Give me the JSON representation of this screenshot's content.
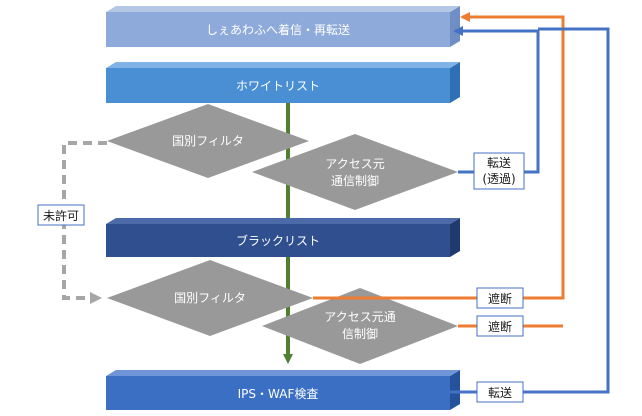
{
  "bars": [
    {
      "id": "top",
      "label": "しぇあわふへ着信・再転送",
      "color": "#8eaadb"
    },
    {
      "id": "white",
      "label": "ホワイトリスト",
      "color": "#4a8fd4"
    },
    {
      "id": "black",
      "label": "ブラックリスト",
      "color": "#2f4f8f"
    },
    {
      "id": "ips",
      "label": "IPS・WAF検査",
      "color": "#3a6fc4"
    }
  ],
  "diamonds": {
    "country1": "国別フィルタ",
    "acl1": [
      "アクセス元",
      "通信制御"
    ],
    "country2": "国別フィルタ",
    "acl2": [
      "アクセス元通",
      "信制御"
    ]
  },
  "tags": {
    "forward_transparent": [
      "転送",
      "(透過)"
    ],
    "unallowed": "未許可",
    "block1": "遮断",
    "block2": "遮断",
    "forward": "転送"
  },
  "colors": {
    "main_flow": "#4f7f2f",
    "denied_flow": "#a6a6a6",
    "block_flow": "#ed7d31",
    "forward_flow": "#4472c4",
    "diamond": "#999999"
  }
}
